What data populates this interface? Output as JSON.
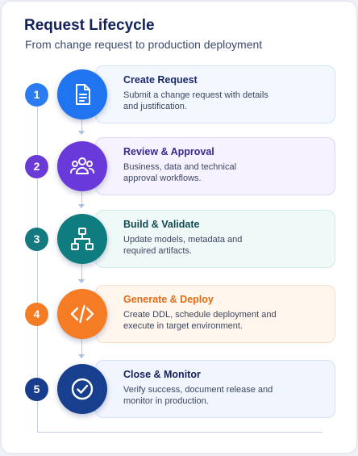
{
  "header": {
    "title": "Request Lifecycle",
    "subtitle": "From change request to production deployment"
  },
  "steps": [
    {
      "number": "1",
      "title": "Create Request",
      "description": "Submit a change request with details and justification.",
      "icon": "document-icon",
      "color": "#1f74f0"
    },
    {
      "number": "2",
      "title": "Review & Approval",
      "description": "Business, data and technical approval workflows.",
      "icon": "users-icon",
      "color": "#6a39d9"
    },
    {
      "number": "3",
      "title": "Build & Validate",
      "description": "Update models, metadata and required artifacts.",
      "icon": "hierarchy-icon",
      "color": "#0f7d7f"
    },
    {
      "number": "4",
      "title": "Generate & Deploy",
      "description": "Create DDL, schedule deployment and execute in target environment.",
      "icon": "code-icon",
      "color": "#f47c25"
    },
    {
      "number": "5",
      "title": "Close & Monitor",
      "description": "Verify success, document release and monitor in production.",
      "icon": "check-circle-icon",
      "color": "#183e8e"
    }
  ]
}
